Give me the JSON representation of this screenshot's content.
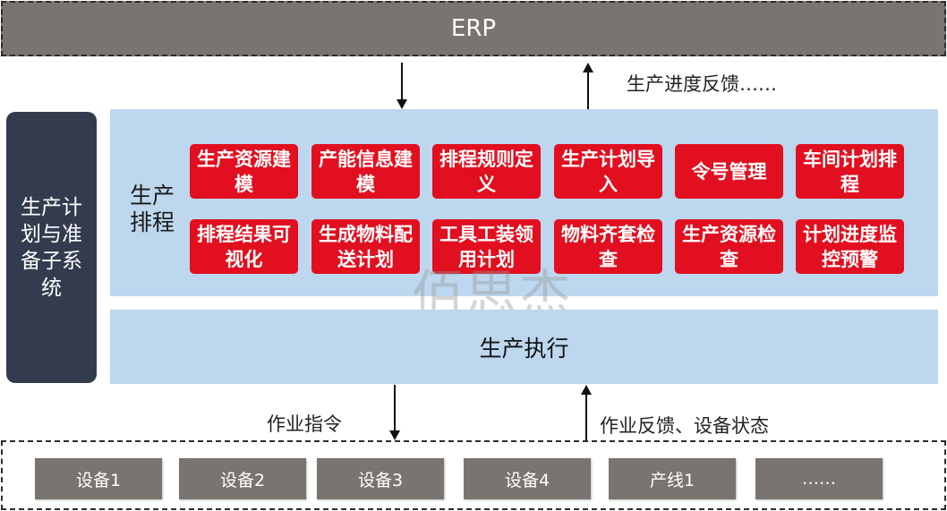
{
  "erp": {
    "label": "ERP"
  },
  "feedback_top": "生产进度反馈……",
  "side_system": "生产计划与准备子系统",
  "scheduling": {
    "title": "生产排程",
    "modules": [
      "生产资源建模",
      "产能信息建模",
      "排程规则定义",
      "生产计划导入",
      "令号管理",
      "车间计划排程",
      "排程结果可视化",
      "生成物料配送计划",
      "工具工装领用计划",
      "物料齐套检查",
      "生产资源检查",
      "计划进度监控预警"
    ]
  },
  "execution": {
    "title": "生产执行"
  },
  "instruction_label": "作业指令",
  "feedback_bottom": "作业反馈、设备状态",
  "devices": [
    "设备1",
    "设备2",
    "设备3",
    "设备4",
    "产线1",
    "……"
  ],
  "watermark": "佰思杰",
  "colors": {
    "module_red": "#e10f1f",
    "panel_blue": "#bdd7ee",
    "dark_gray": "#7a7470",
    "navy": "#323c4e"
  }
}
